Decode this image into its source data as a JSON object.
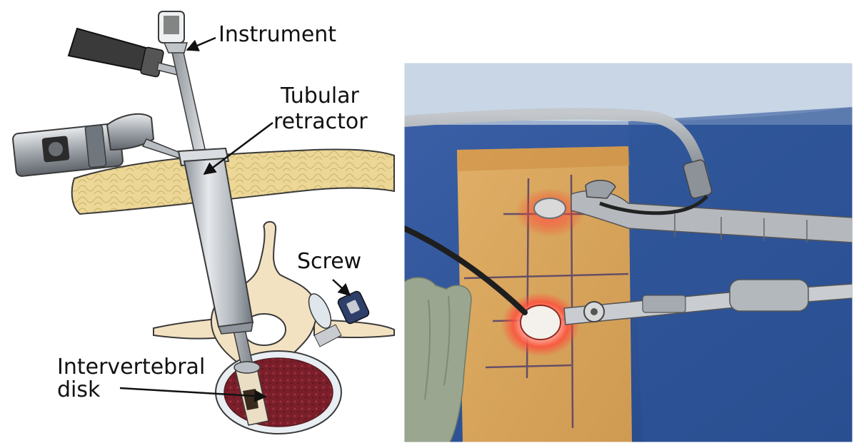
{
  "diagram": {
    "labels": {
      "instrument": "Instrument",
      "tubular_retractor_line1": "Tubular",
      "tubular_retractor_line2": "retractor",
      "screw": "Screw",
      "disk_line1": "Intervertebral",
      "disk_line2": "disk"
    }
  },
  "colors": {
    "skin_fat": "#ecd797",
    "bone": "#f3e2c2",
    "disk": "#7a1f2a",
    "metal": "#b9bec4",
    "handle_dark": "#3a3a3a",
    "screw_blue": "#2e3f6a",
    "drape_blue": "#2c4d8f",
    "skin_photo": "#d9a45c",
    "glove": "#9aa690"
  }
}
